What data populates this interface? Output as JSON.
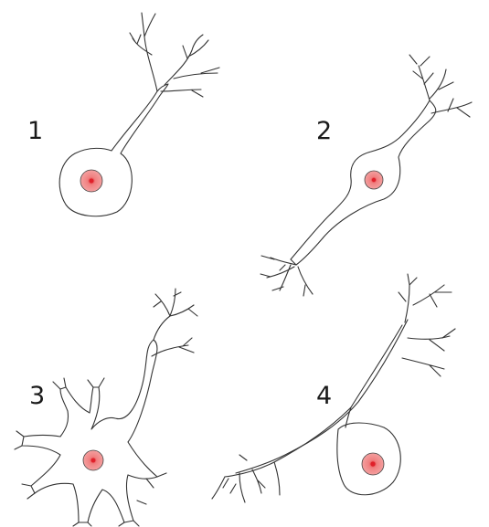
{
  "labels": {
    "n1": "1",
    "n2": "2",
    "n3": "3",
    "n4": "4"
  },
  "colors": {
    "nucleus_fill": "#f08080",
    "nucleolus_fill": "#e0202a",
    "outline": "#333333",
    "cell_fill": "#ffffff"
  }
}
